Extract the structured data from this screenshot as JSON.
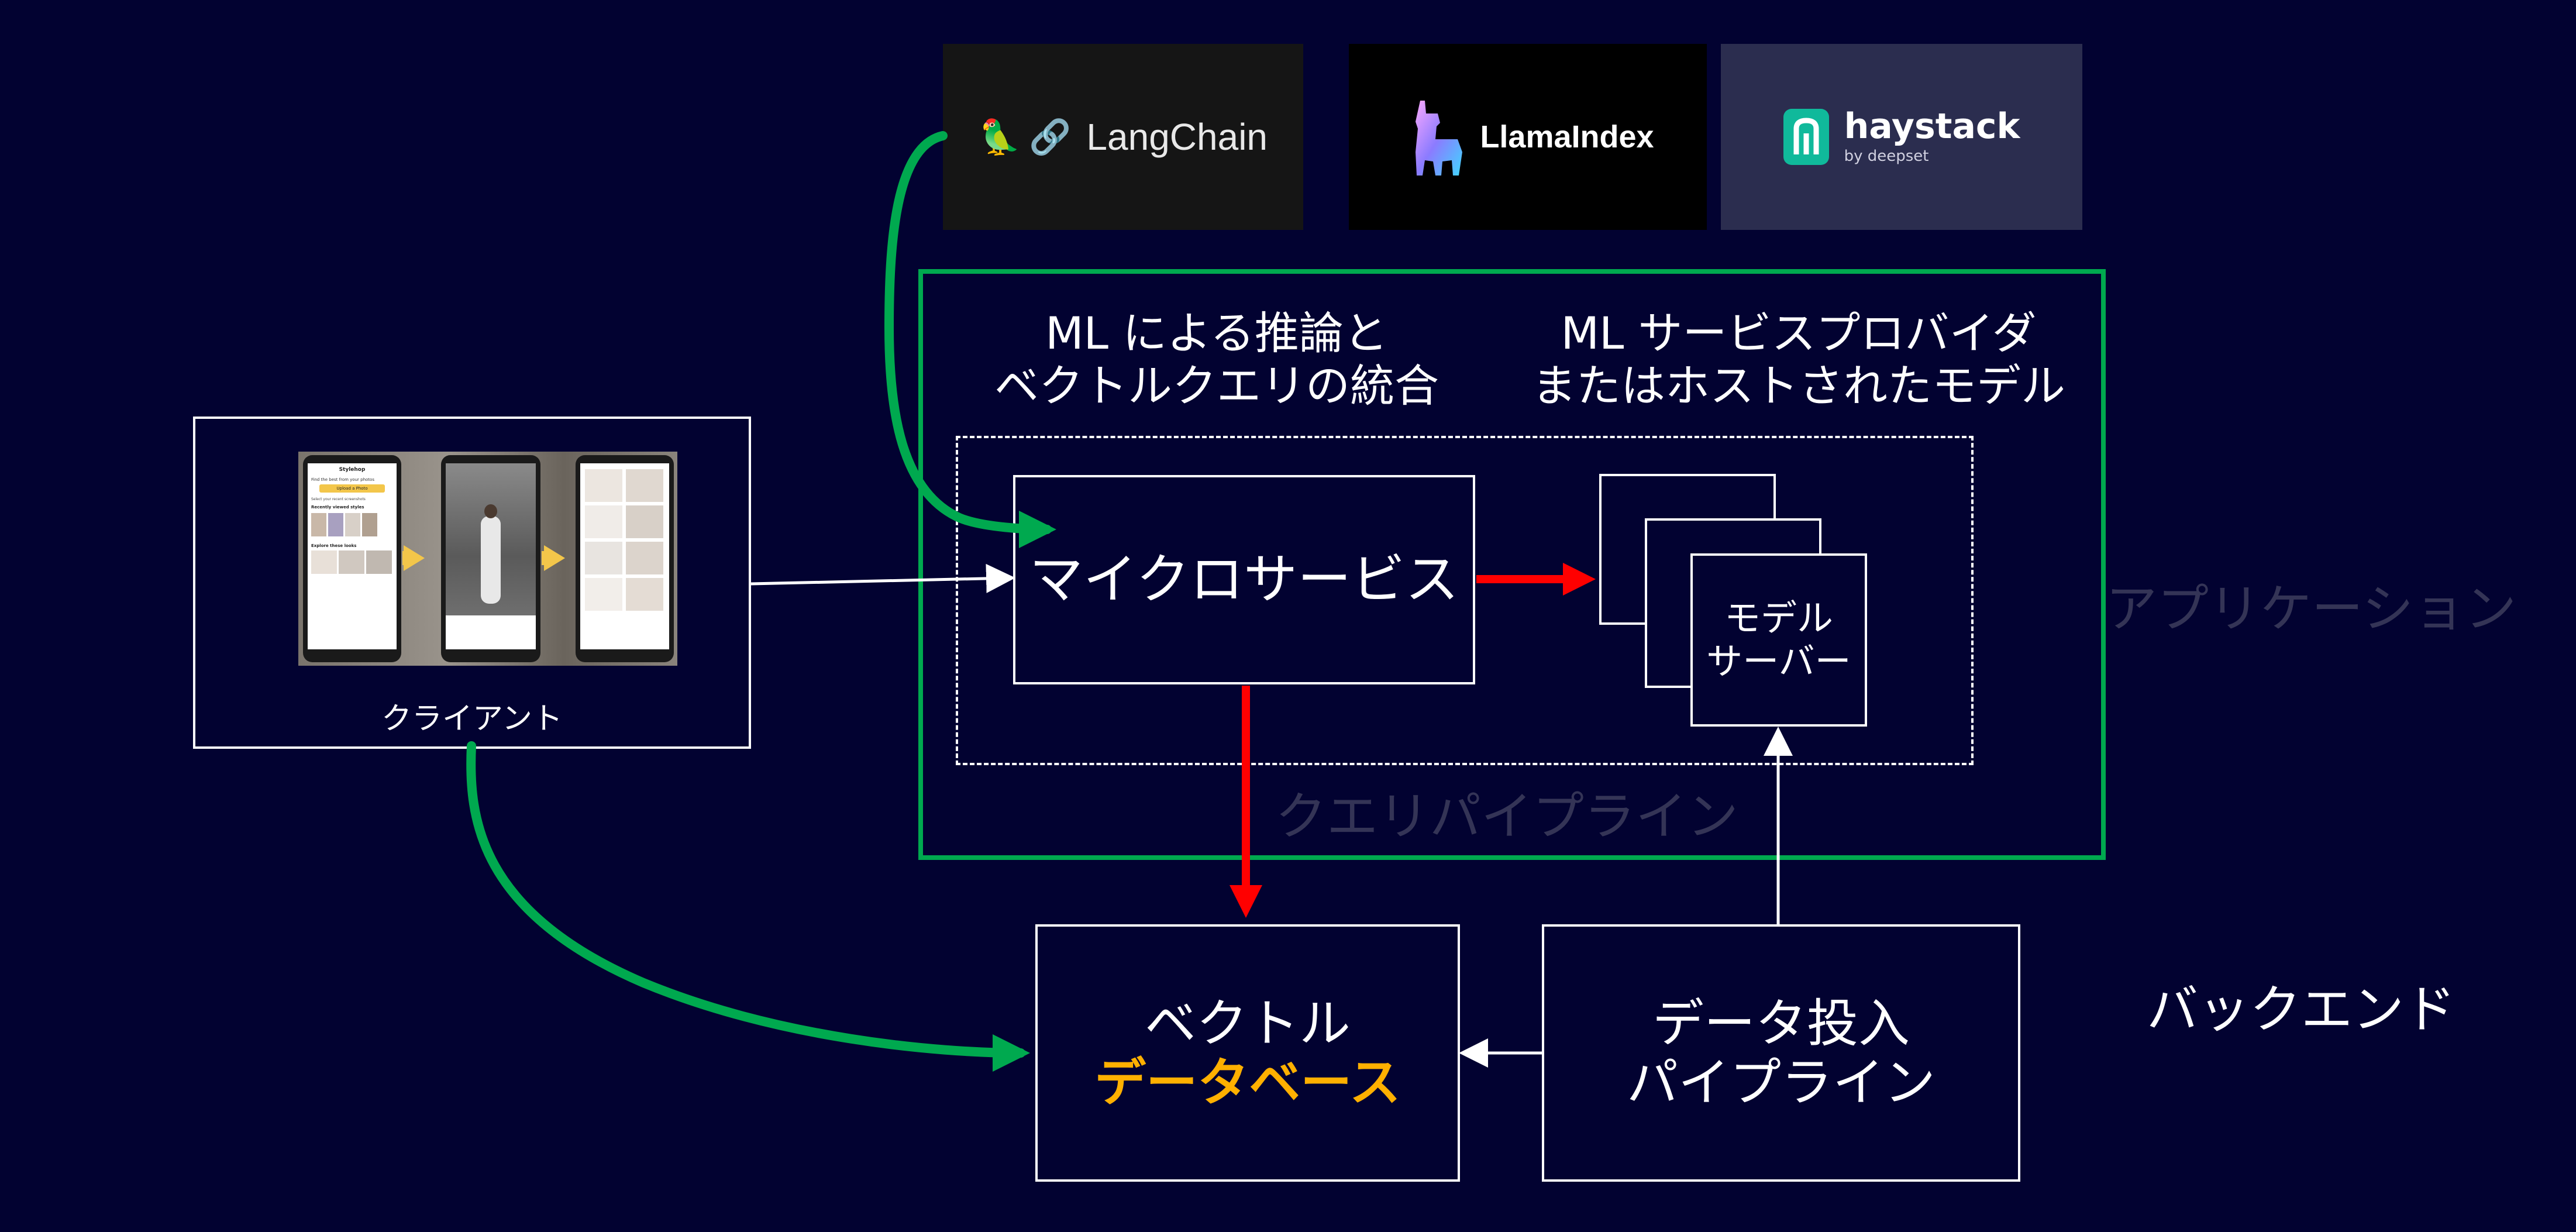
{
  "logos": {
    "langchain": {
      "parrot": "🦜",
      "chain": "🔗",
      "text": "LangChain"
    },
    "llamaindex": {
      "text": "LlamaIndex"
    },
    "haystack": {
      "title": "haystack",
      "subtitle": "by deepset"
    }
  },
  "headings": {
    "integration_line1": "ML による推論と",
    "integration_line2": "ベクトルクエリの統合",
    "provider_line1": "ML サービスプロバイダ",
    "provider_line2": "またはホストされたモデル"
  },
  "client": {
    "label": "クライアント",
    "phone_header": "Stylehop",
    "phone_prompt": "Find the best from your photos",
    "phone_button": "Upload a Photo",
    "phone_sub": "Select your recent screenshots",
    "phone_section": "Recently viewed styles",
    "phone_explore": "Explore these looks"
  },
  "nodes": {
    "microservice": "マイクロサービス",
    "model_server_line1": "モデル",
    "model_server_line2": "サーバー",
    "vector_db_line1": "ベクトル",
    "vector_db_line2": "データベース",
    "ingest_line1": "データ投入",
    "ingest_line2": "パイプライン"
  },
  "regions": {
    "application": "アプリケーション",
    "query_pipeline": "クエリパイプライン",
    "backend": "バックエンド"
  },
  "colors": {
    "background": "#020231",
    "green": "#00a94f",
    "red": "#ff0000",
    "orange": "#ffb000",
    "faded": "#343456"
  }
}
